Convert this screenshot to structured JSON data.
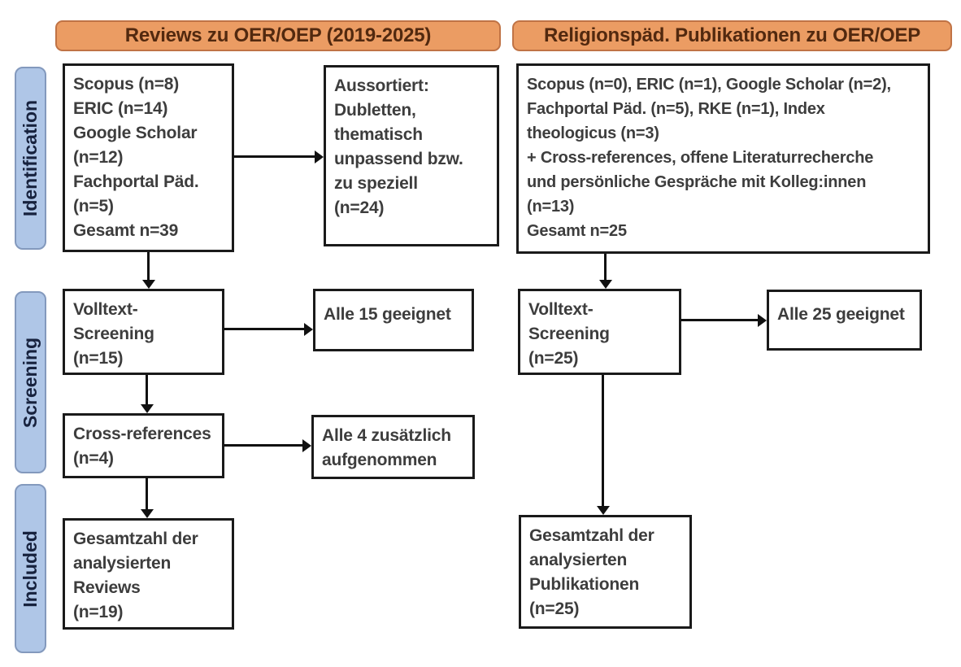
{
  "colors": {
    "header_fill": "#EB9C63",
    "header_border": "#C07345",
    "header_text": "#52290F",
    "stage_fill": "#AFC6E7",
    "stage_border": "#8399BD",
    "stage_text": "#17223E",
    "box_border": "#1a1a1a",
    "box_text": "#3d3d3d",
    "background": "#ffffff"
  },
  "headers": [
    {
      "label": "Reviews zu OER/OEP (2019-2025)"
    },
    {
      "label": "Religionspäd. Publikationen zu OER/OEP"
    }
  ],
  "stages": [
    {
      "label": "Identification"
    },
    {
      "label": "Screening"
    },
    {
      "label": "Included"
    }
  ],
  "left_column": {
    "sources": "Scopus (n=8)\nERIC (n=14)\nGoogle Scholar\n(n=12)\nFachportal Päd.\n(n=5)\nGesamt n=39",
    "excluded": "Aussortiert:\nDubletten,\nthematisch\nunpassend bzw.\nzu speziell\n(n=24)",
    "fulltext_screening": "Volltext-\nScreening\n(n=15)",
    "fulltext_result": "Alle 15 geeignet",
    "cross_references": "Cross-references\n(n=4)",
    "cross_references_result": "Alle 4 zusätzlich\naufgenommen",
    "total": "Gesamtzahl der\nanalysierten\nReviews\n(n=19)"
  },
  "right_column": {
    "sources": "Scopus (n=0), ERIC (n=1), Google Scholar (n=2),\nFachportal Päd. (n=5), RKE (n=1), Index\ntheologicus (n=3)\n+ Cross-references, offene Literaturrecherche\nund persönliche Gespräche mit Kolleg:innen\n(n=13)\nGesamt n=25",
    "fulltext_screening": "Volltext-\nScreening\n(n=25)",
    "fulltext_result": "Alle 25 geeignet",
    "total": "Gesamtzahl der\nanalysierten\nPublikationen\n(n=25)"
  }
}
